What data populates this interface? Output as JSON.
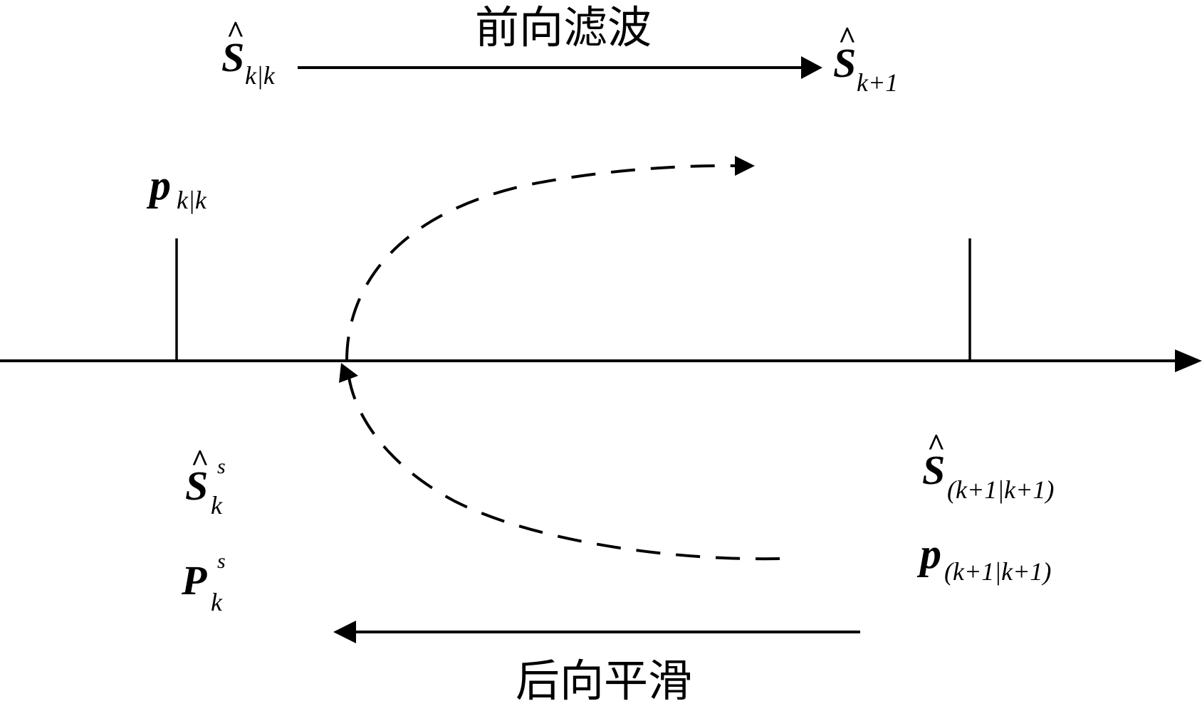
{
  "labels": {
    "forward_filter": "前向滤波",
    "backward_smooth": "后向平滑"
  },
  "symbols": {
    "s_hat_kk": {
      "base": "S",
      "hat": "^",
      "sub": "k|k"
    },
    "s_hat_k1": {
      "base": "S",
      "hat": "^",
      "sub": "k+1"
    },
    "p_kk": {
      "base": "p",
      "sub": "k|k"
    },
    "s_hat_s_k": {
      "base": "S",
      "hat": "^",
      "sup": "s",
      "sub": "k"
    },
    "p_s_k": {
      "base": "P",
      "sup": "s",
      "sub": "k"
    },
    "s_hat_k1k1": {
      "base": "S",
      "hat": "^",
      "sub": "(k+1|k+1)"
    },
    "p_k1k1": {
      "base": "p",
      "sub": "(k+1|k+1)"
    }
  },
  "colors": {
    "ink": "#000000",
    "background": "#ffffff"
  }
}
